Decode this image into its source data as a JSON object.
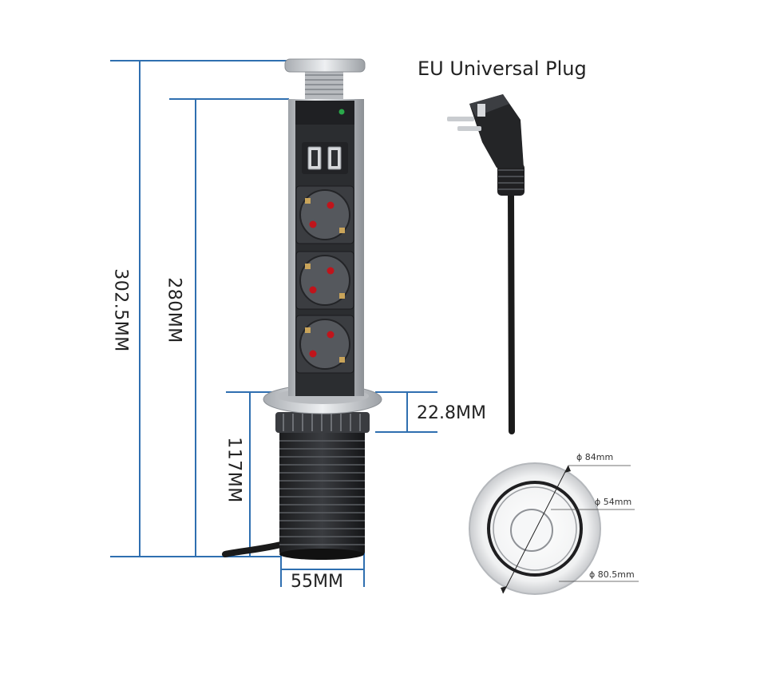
{
  "product": {
    "plug_title": "EU Universal Plug",
    "dimensions": {
      "total_height": "302.5MM",
      "body_height": "280MM",
      "flange_height": "22.8MM",
      "sleeve_height": "117MM",
      "sleeve_width": "55MM"
    },
    "top_view": {
      "outer_diameter": "ϕ 84mm",
      "inner_diameter": "ϕ 54mm",
      "cutout_diameter": "ϕ 80.5mm"
    },
    "outlet_count": 3,
    "usb_port_count": 2
  },
  "colors": {
    "dimension_line": "#2f6fb0",
    "body_aluminium": "#c9ccd0",
    "body_dark": "#2b2d30",
    "outlet_pin": "#c0141b"
  }
}
